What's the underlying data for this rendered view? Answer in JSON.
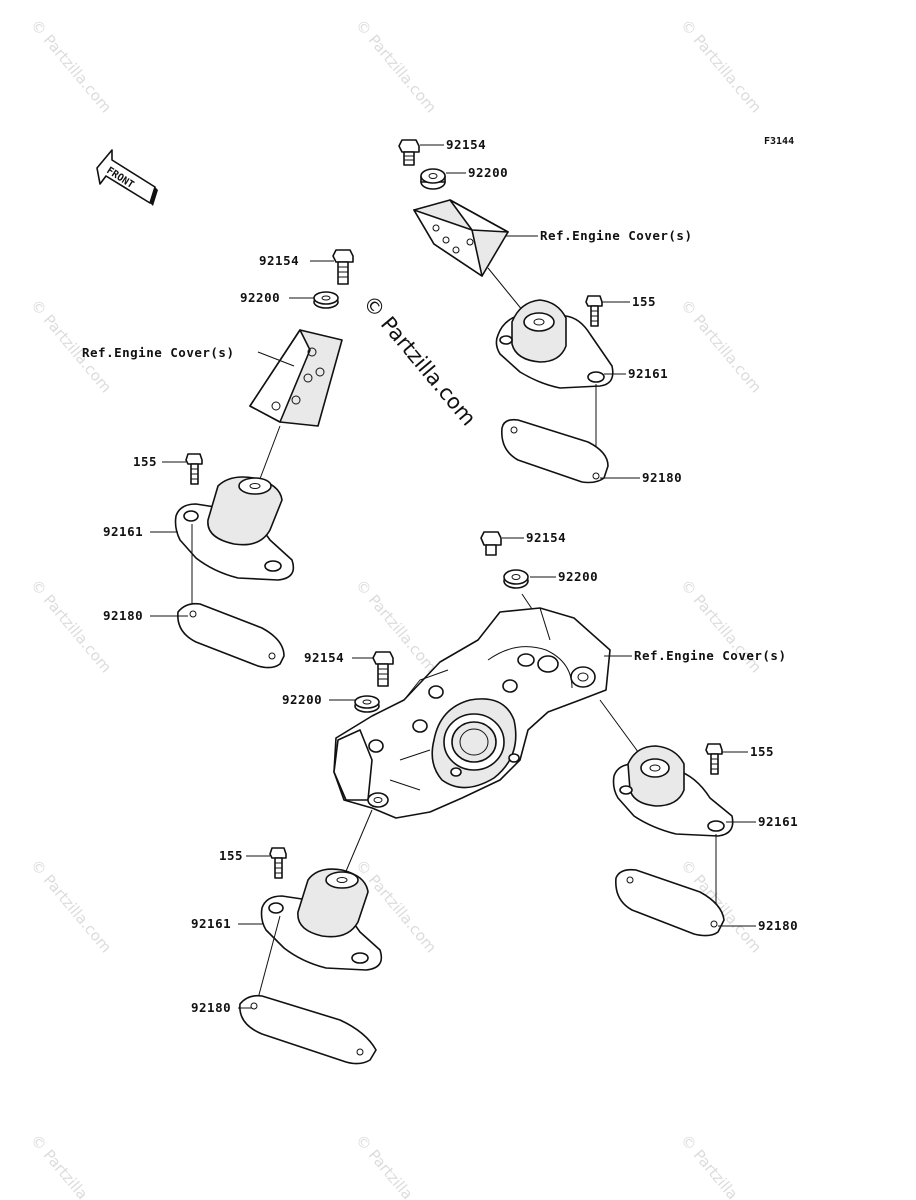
{
  "figure_code": "F3144",
  "front_arrow_label": "FRONT",
  "watermark_main": "© Partzilla.com",
  "watermark_repeat": "© Partzilla.com",
  "callouts": {
    "top_right": {
      "bolt": "92154",
      "washer": "92200",
      "ref": "Ref.Engine Cover(s)",
      "screw": "155",
      "mount": "92161",
      "plate": "92180"
    },
    "left": {
      "bolt": "92154",
      "washer": "92200",
      "ref": "Ref.Engine Cover(s)",
      "screw": "155",
      "mount": "92161",
      "plate": "92180"
    },
    "center": {
      "bolt_upper": "92154",
      "washer_upper": "92200",
      "ref": "Ref.Engine Cover(s)",
      "bolt_lower": "92154",
      "washer_lower": "92200"
    },
    "bottom_right": {
      "screw": "155",
      "mount": "92161",
      "plate": "92180"
    },
    "bottom_left": {
      "screw": "155",
      "mount": "92161",
      "plate": "92180"
    }
  }
}
